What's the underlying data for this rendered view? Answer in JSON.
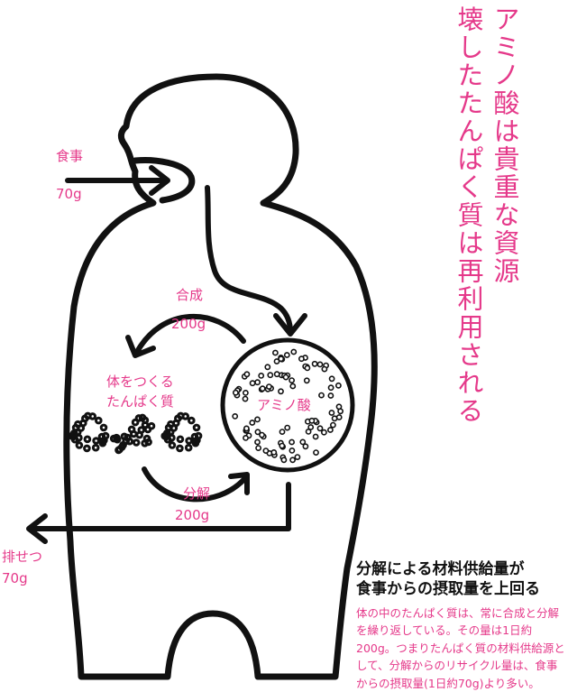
{
  "title": {
    "line1": "アミノ酸は貴重な資源",
    "line2": "壊したたんぱく質は再利用される"
  },
  "labels": {
    "food": "食事",
    "food_amount": "70g",
    "synthesis": "合成",
    "synthesis_amount": "200g",
    "body_protein_1": "体をつくる",
    "body_protein_2": "たんぱく質",
    "amino_acid": "アミノ酸",
    "decomposition": "分解",
    "decomposition_amount": "200g",
    "excretion": "排せつ",
    "excretion_amount": "70g"
  },
  "caption": {
    "heading_1": "分解による材料供給量が",
    "heading_2": "食事からの摂取量を上回る",
    "body": "体の中のたんぱく質は、常に合成と分解を繰り返している。その量は1日約200g。つまりたんぱく質の材料供給源として、分解からのリサイクル量は、食事からの摂取量(1日約70g)より多い。"
  },
  "colors": {
    "accent": "#e5398a",
    "line": "#111111"
  }
}
